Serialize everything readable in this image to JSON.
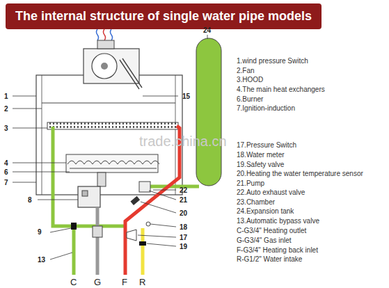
{
  "diagram": {
    "title": "The internal structure of single water pipe models",
    "labels": [
      "1",
      "2",
      "3",
      "4",
      "6",
      "7",
      "8",
      "9",
      "13",
      "15",
      "24",
      "22",
      "21",
      "20",
      "18",
      "17",
      "19",
      "C",
      "G",
      "F",
      "R",
      "1.wind pressure Switch",
      "2.Fan",
      "3.HOOD",
      "4.The main heat exchangers",
      "6.Burner",
      "7.Ignition-induction",
      "17.Pressure Switch",
      "18.Water meter",
      "19.Safety valve",
      "20.Heating the water temperature sensor",
      "21.Pump",
      "22.Auto exhaust valve",
      "23.Chamber",
      "24.Expansion tank",
      "13.Automatic bypass valve",
      "C-G3/4\" Heating outlet",
      "G-G3/4\" Gas inlet",
      "F-G3/4\" Heating back inlet",
      "R-G1/2\" Water intake",
      "trade.china.cn"
    ]
  }
}
